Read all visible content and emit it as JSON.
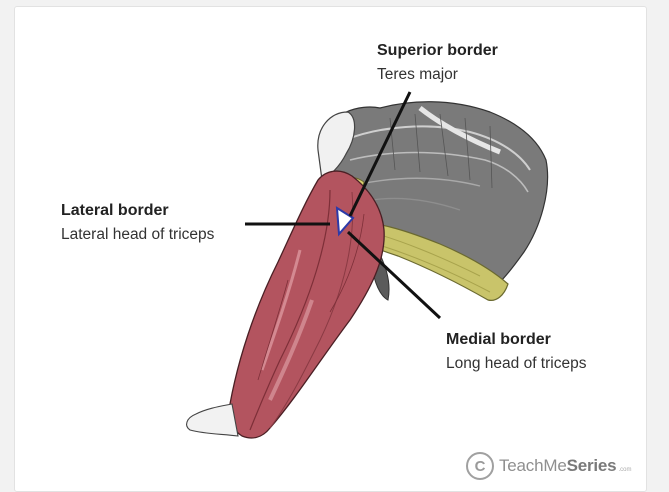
{
  "labels": {
    "superior": {
      "title": "Superior border",
      "subtitle": "Teres major"
    },
    "lateral": {
      "title": "Lateral border",
      "subtitle": "Lateral head of triceps"
    },
    "medial": {
      "title": "Medial border",
      "subtitle": "Long head of triceps"
    }
  },
  "logo": {
    "prefix": "TeachMe",
    "suffix": "Series",
    "mark": "C",
    "tm": ".com"
  },
  "colors": {
    "muscle_red": "#b3545f",
    "teres_yellow": "#c9c46a",
    "scapula_gray": "#6e6e6e",
    "space_outline": "#2d3aa8",
    "leader_line": "#111111"
  }
}
